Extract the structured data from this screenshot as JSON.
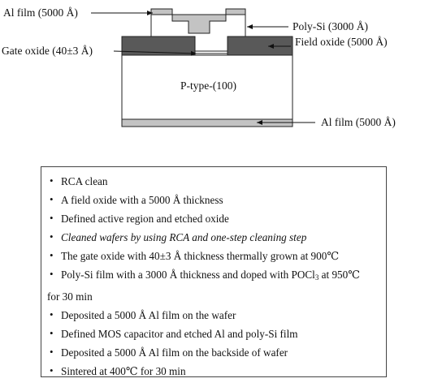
{
  "diagram": {
    "labels": {
      "al_film_top": "Al film (5000 Å)",
      "poly_si": "Poly-Si (3000 Å)",
      "field_oxide": "Field oxide (5000 Å)",
      "gate_oxide": "Gate oxide (40±3 Å)",
      "substrate": "P-type-(100)",
      "al_film_bottom": "Al film (5000 Å)"
    },
    "colors": {
      "al_film": "#c3c3c3",
      "field_oxide": "#595959",
      "substrate": "#ffffff",
      "outline": "#222222"
    }
  },
  "process_steps": [
    {
      "text": "RCA clean",
      "italic": false
    },
    {
      "text": "A field oxide with a 5000 Å thickness",
      "italic": false
    },
    {
      "text": "Defined active region and etched oxide",
      "italic": false
    },
    {
      "text": "Cleaned wafers by using RCA and one-step cleaning step",
      "italic": true
    },
    {
      "text": "The gate oxide with 40±3 Å thickness thermally grown at 900℃",
      "italic": false
    },
    {
      "text_a": "Poly-Si film with a 3000 Å thickness and doped with POCl",
      "sub": "3",
      "text_b": " at 950℃",
      "continuation": "for 30 min",
      "italic": false
    },
    {
      "text": "Deposited a 5000 Å Al film on the wafer",
      "italic": false
    },
    {
      "text": "Defined MOS capacitor and etched Al and poly-Si film",
      "italic": false
    },
    {
      "text": "Deposited a 5000 Å Al film on the backside of wafer",
      "italic": false
    },
    {
      "text": "Sintered at 400℃  for 30 min",
      "italic": false
    }
  ]
}
